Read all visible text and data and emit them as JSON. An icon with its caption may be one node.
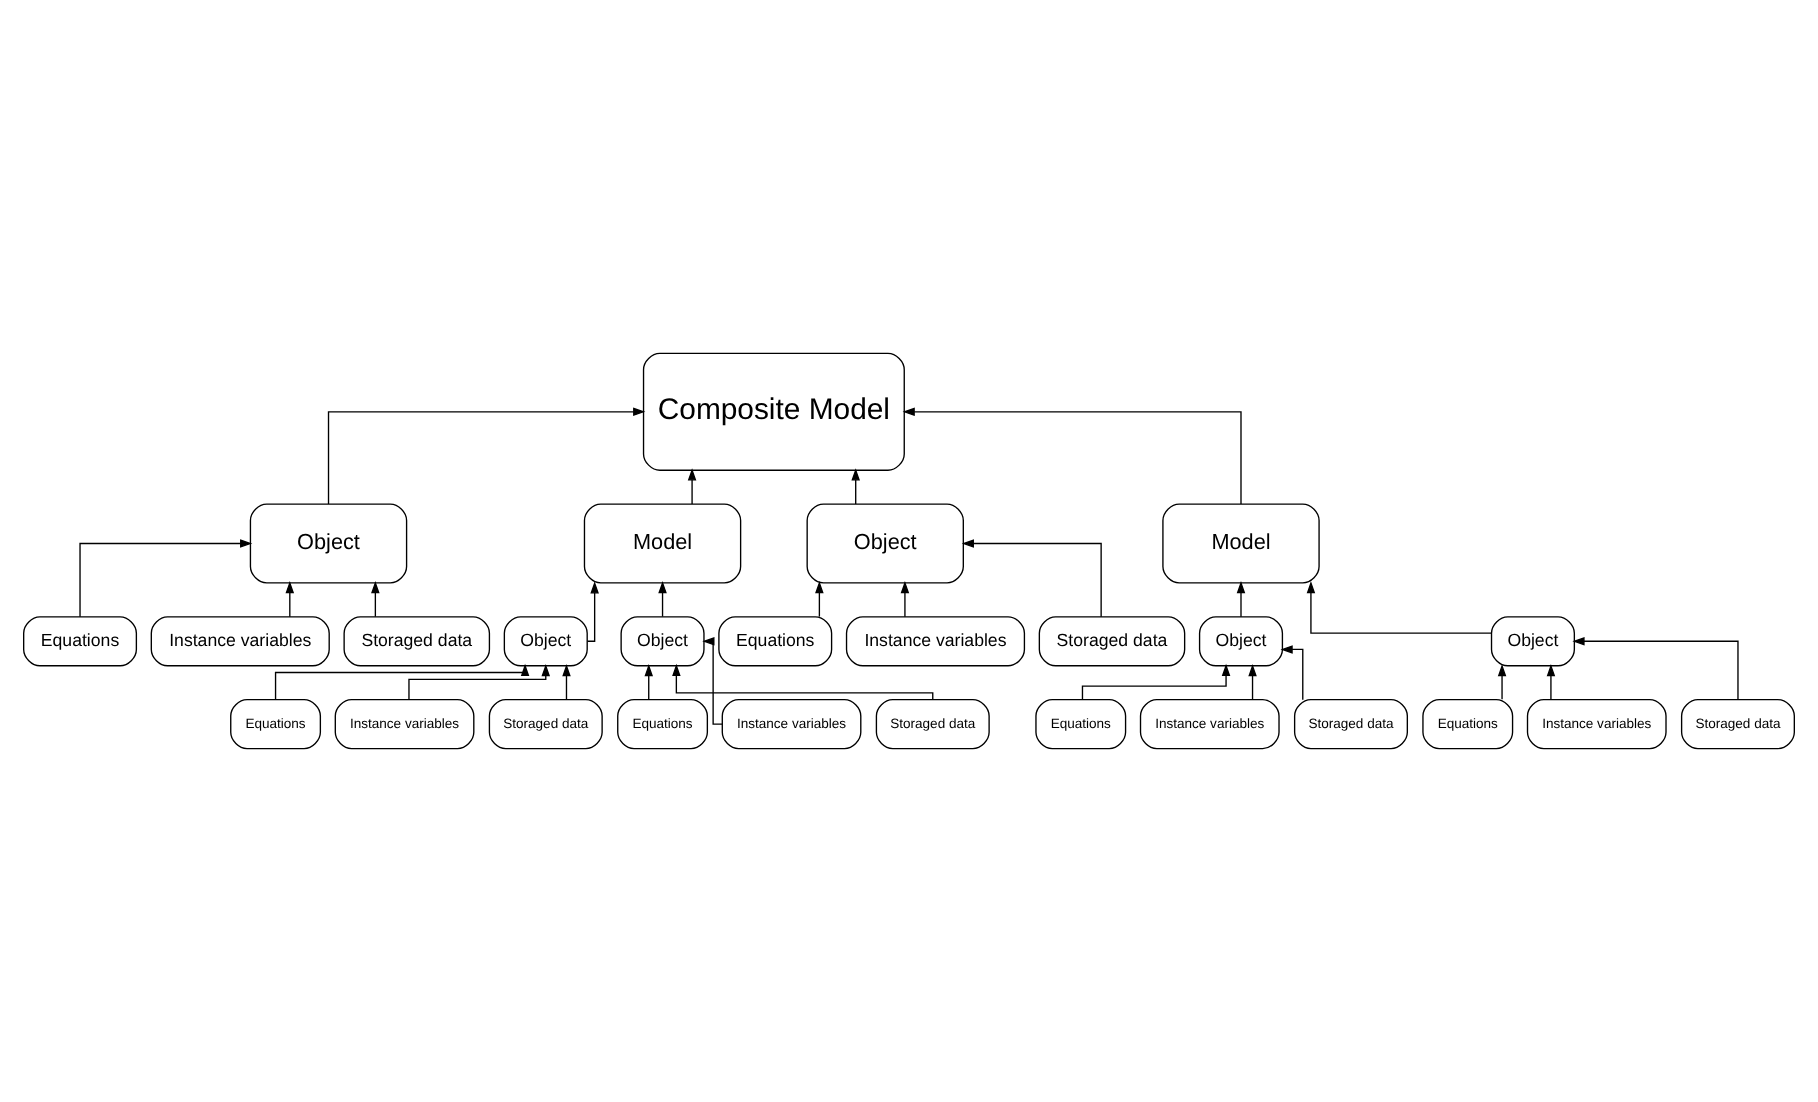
{
  "diagram": {
    "nodes": [
      {
        "text": [
          "Composite Model"
        ]
      },
      {
        "text": [
          "Object"
        ]
      },
      {
        "text": [
          "Equations"
        ]
      },
      {
        "text": [
          "Instance variables"
        ]
      },
      {
        "text": [
          "Storaged data"
        ]
      },
      {
        "text": [
          "Model"
        ]
      },
      {
        "text": [
          "Object"
        ]
      },
      {
        "text": [
          "Equations"
        ]
      },
      {
        "text": [
          "Instance variables"
        ]
      },
      {
        "text": [
          "Storaged data"
        ]
      },
      {
        "text": [
          "Object"
        ]
      },
      {
        "text": [
          "Equations"
        ]
      },
      {
        "text": [
          "Instance variables"
        ]
      },
      {
        "text": [
          "Storaged data"
        ]
      },
      {
        "text": [
          "Object"
        ]
      },
      {
        "text": [
          "Equations"
        ]
      },
      {
        "text": [
          "Instance variables"
        ]
      },
      {
        "text": [
          "Storaged data"
        ]
      },
      {
        "text": [
          "Model"
        ]
      },
      {
        "text": [
          "Object"
        ]
      },
      {
        "text": [
          "Equations"
        ]
      },
      {
        "text": [
          "Instance variables"
        ]
      },
      {
        "text": [
          "Storaged data"
        ]
      },
      {
        "text": [
          "Object"
        ]
      },
      {
        "text": [
          "Equations"
        ]
      },
      {
        "text": [
          "Instance variables"
        ]
      },
      {
        "text": [
          "Storaged data"
        ]
      }
    ],
    "edges": [
      {
        "from": 1,
        "to": 0,
        "arrow": "to"
      },
      {
        "from": 5,
        "to": 0,
        "arrow": "to"
      },
      {
        "from": 14,
        "to": 0,
        "arrow": "to"
      },
      {
        "from": 18,
        "to": 0,
        "arrow": "to"
      },
      {
        "from": 2,
        "to": 1,
        "arrow": "to"
      },
      {
        "from": 3,
        "to": 1,
        "arrow": "to"
      },
      {
        "from": 4,
        "to": 1,
        "arrow": "to"
      },
      {
        "from": 6,
        "to": 5,
        "arrow": "to"
      },
      {
        "from": 10,
        "to": 5,
        "arrow": "to"
      },
      {
        "from": 7,
        "to": 6,
        "arrow": "to"
      },
      {
        "from": 8,
        "to": 6,
        "arrow": "to"
      },
      {
        "from": 9,
        "to": 6,
        "arrow": "to"
      },
      {
        "from": 11,
        "to": 10,
        "arrow": "to"
      },
      {
        "from": 12,
        "to": 10,
        "arrow": "to"
      },
      {
        "from": 13,
        "to": 10,
        "arrow": "to"
      },
      {
        "from": 15,
        "to": 14,
        "arrow": "to"
      },
      {
        "from": 16,
        "to": 14,
        "arrow": "to"
      },
      {
        "from": 17,
        "to": 14,
        "arrow": "to"
      },
      {
        "from": 19,
        "to": 18,
        "arrow": "to"
      },
      {
        "from": 23,
        "to": 18,
        "arrow": "to"
      },
      {
        "from": 20,
        "to": 19,
        "arrow": "to"
      },
      {
        "from": 21,
        "to": 19,
        "arrow": "to"
      },
      {
        "from": 22,
        "to": 19,
        "arrow": "to"
      },
      {
        "from": 24,
        "to": 23,
        "arrow": "to"
      },
      {
        "from": 25,
        "to": 23,
        "arrow": "to"
      },
      {
        "from": 26,
        "to": 23,
        "arrow": "to"
      }
    ]
  }
}
